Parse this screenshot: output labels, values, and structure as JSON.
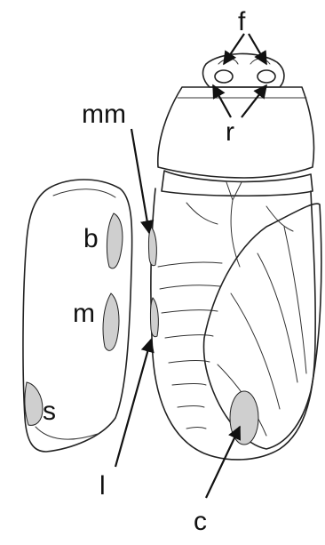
{
  "figure": {
    "labels": {
      "f": "f",
      "r": "r",
      "mm": "mm",
      "b": "b",
      "m": "m",
      "s": "s",
      "l": "l",
      "c": "c"
    }
  }
}
